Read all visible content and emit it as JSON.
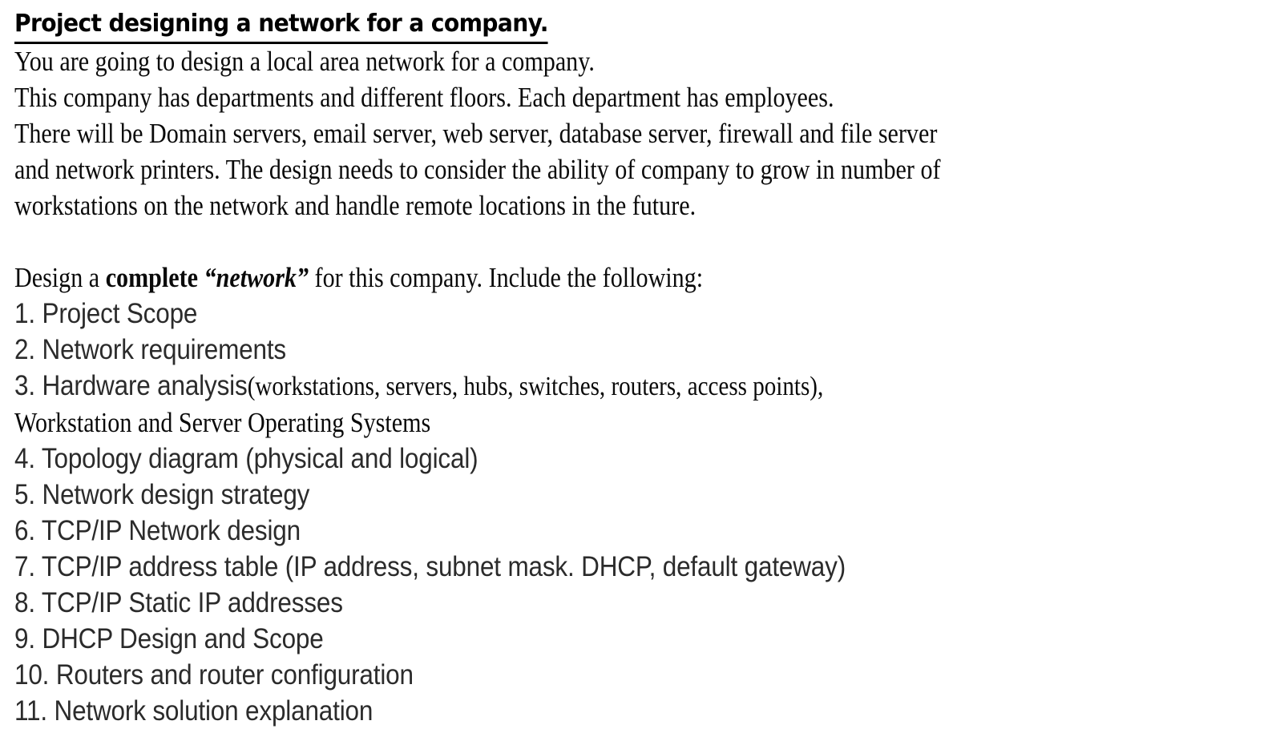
{
  "document": {
    "title": "Project designing a network for a company.",
    "intro_paragraph": [
      "You are going to design a local area network for a company.",
      "This company has departments and different floors. Each department has employees.",
      "There will be Domain servers, email server, web server, database server, firewall and file server",
      "and network printers. The design needs to consider the ability of company to grow in number of",
      "workstations on the network and handle remote locations in the future."
    ],
    "instruction": {
      "prefix": "Design a ",
      "bold_word": "complete",
      "space1": " ",
      "bold_italic_word": "“network”",
      "suffix": " for this company. Include the following:"
    },
    "list_items": [
      {
        "number": "1.",
        "label": "Project Scope",
        "tail": ""
      },
      {
        "number": "2.",
        "label": "Network requirements",
        "tail": ""
      },
      {
        "number": "3.",
        "label": "Hardware analysis",
        "tail": " (workstations, servers, hubs, switches, routers, access points),"
      },
      {
        "number": "",
        "label": "",
        "tail": "Workstation and Server Operating Systems"
      },
      {
        "number": "4.",
        "label": "Topology diagram (physical and logical)",
        "tail": ""
      },
      {
        "number": "5.",
        "label": "Network design strategy",
        "tail": ""
      },
      {
        "number": "6.",
        "label": "TCP/IP Network design",
        "tail": ""
      },
      {
        "number": "7.",
        "label": "TCP/IP address table (IP address, subnet mask. DHCP, default gateway)",
        "tail": ""
      },
      {
        "number": "8.",
        "label": "TCP/IP Static IP addresses",
        "tail": ""
      },
      {
        "number": "9.",
        "label": "DHCP Design and Scope",
        "tail": ""
      },
      {
        "number": "10.",
        "label": "Routers and router configuration",
        "tail": ""
      },
      {
        "number": "11.",
        "label": "Network solution explanation",
        "tail": ""
      }
    ],
    "line_3_sans_part": "3. Hardware analysis",
    "line_3_serif_part": " (workstations, servers, hubs, switches, routers, access points),",
    "line_continuation_serif": "Workstation and Server Operating Systems",
    "colors": {
      "page_background": "#ffffff",
      "serif_text": "#0a0a0a",
      "sans_text": "#2b2b2b",
      "title_text": "#000000",
      "title_underline": "#000000"
    }
  }
}
